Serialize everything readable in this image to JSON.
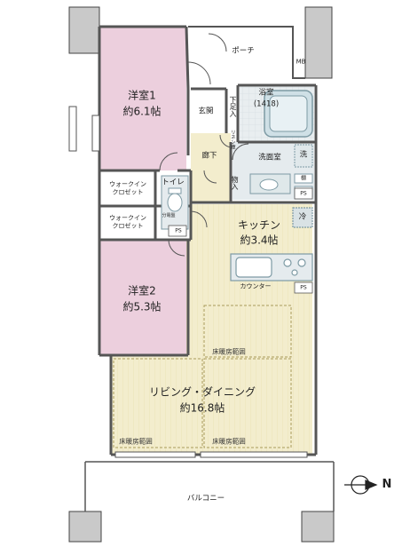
{
  "rooms": {
    "bedroom1": {
      "name": "洋室1",
      "size": "約6.1帖"
    },
    "bedroom2": {
      "name": "洋室2",
      "size": "約5.3帖"
    },
    "kitchen": {
      "name": "キッチン",
      "size": "約3.4帖"
    },
    "living": {
      "name": "リビング・ダイニング",
      "size": "約16.8帖"
    }
  },
  "labels": {
    "porch": "ポーチ",
    "mb": "MB",
    "bath": "浴室",
    "bath_size": "(1418)",
    "entrance": "玄関",
    "shoe_closet": "下足入",
    "linen": "リネン庫",
    "hallway": "廊下",
    "washroom": "洗面室",
    "washer": "洗",
    "shelf": "棚",
    "ps": "PS",
    "storage": "物入",
    "toilet": "トイレ",
    "walkin1": "ウォークイン\nクロゼット",
    "walkin2": "ウォークイン\nクロゼット",
    "panel": "分電盤",
    "fridge": "冷",
    "counter": "カウンター",
    "floor_heating": "床暖房範囲",
    "balcony": "バルコニー",
    "north": "N"
  },
  "colors": {
    "bedroom": "#eccfdd",
    "flooring": "#f3edcd",
    "wet_area": "#e5ebee",
    "wall": "#555555",
    "fixture": "#7d9aa4"
  }
}
